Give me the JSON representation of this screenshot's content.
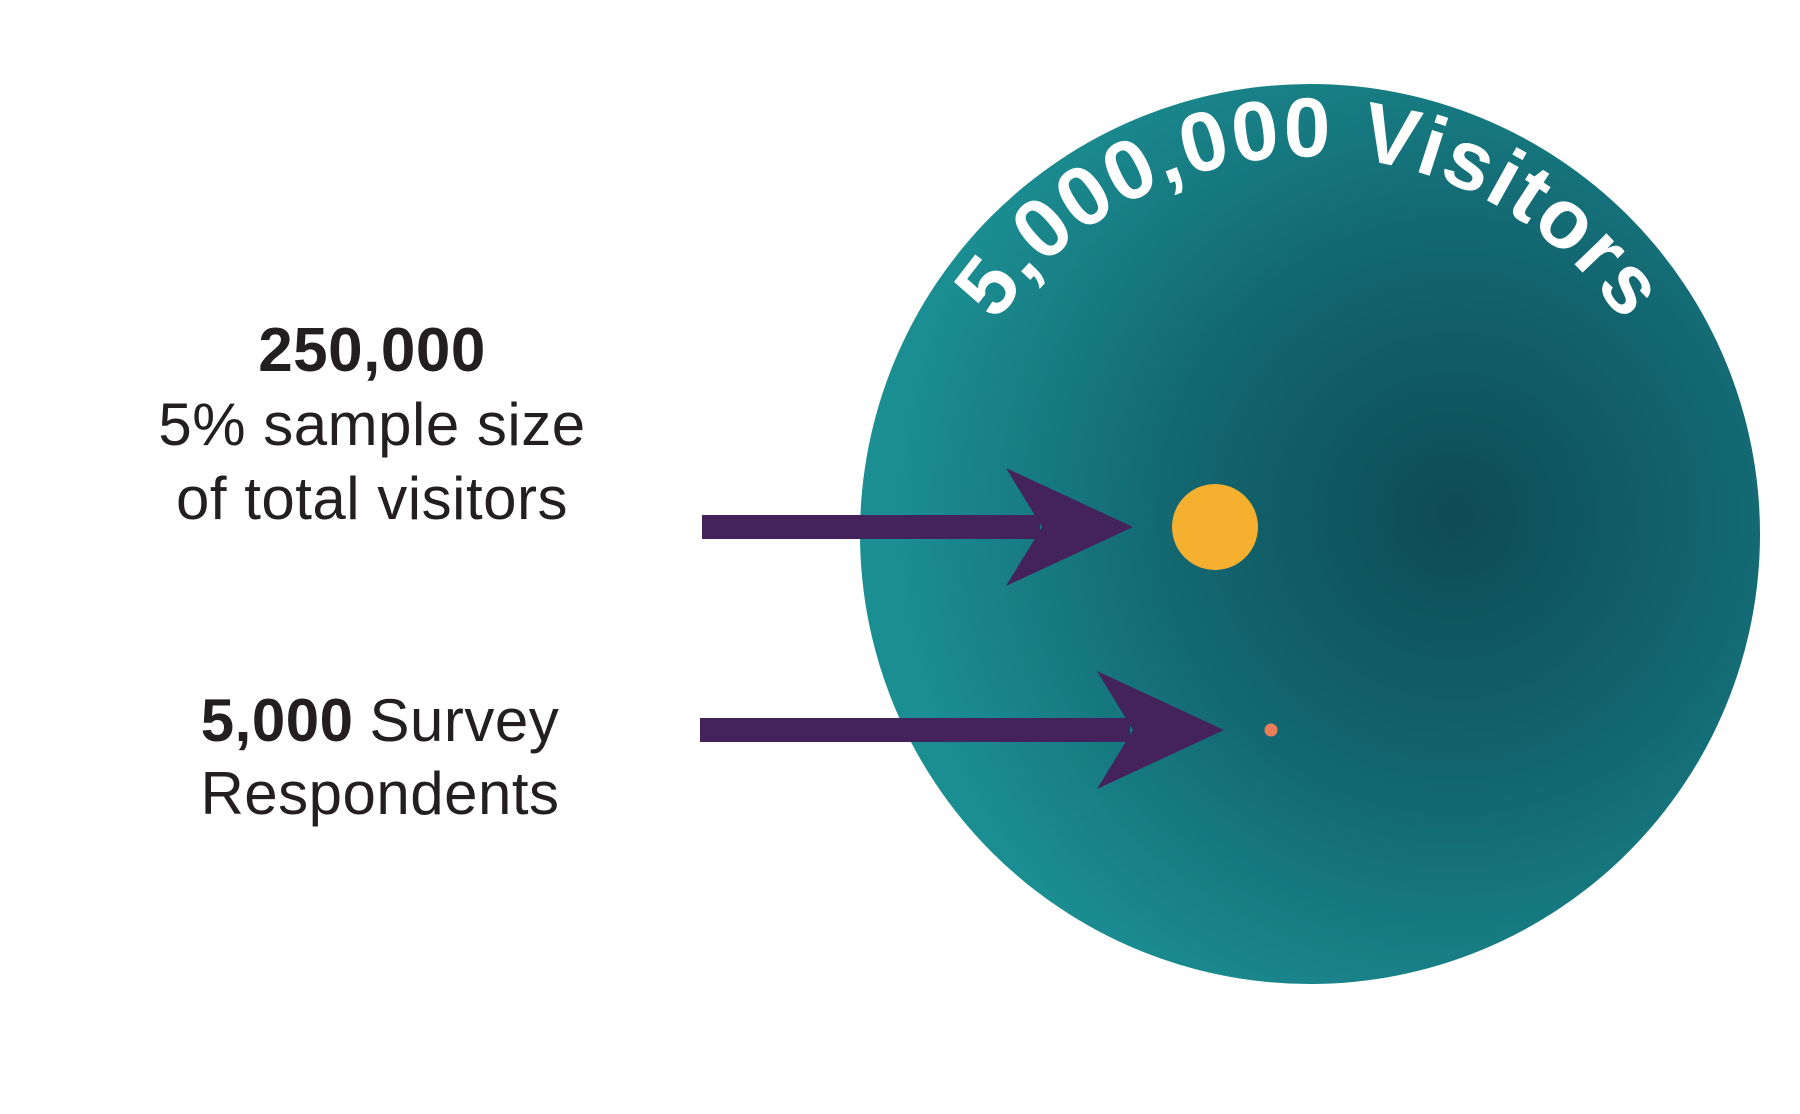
{
  "big_circle": {
    "label": "5,000,000 Visitors",
    "value": 5000000,
    "label_color": "#FFFFFF",
    "color_core": "#0D4B54",
    "color_mid": "#136872",
    "color_rim": "#1B8E92"
  },
  "sample": {
    "headline": "250,000",
    "value": 250000,
    "line2": "5% sample size",
    "line3": "of total visitors",
    "dot_color": "#F6B02F"
  },
  "respondents": {
    "headline": "5,000",
    "value": 5000,
    "headline_rest": "Survey",
    "line2": "Respondents",
    "dot_color": "#EC7D5B"
  },
  "arrows": {
    "color": "#44235C"
  },
  "text_color": "#231F20",
  "background": "#FFFFFF"
}
